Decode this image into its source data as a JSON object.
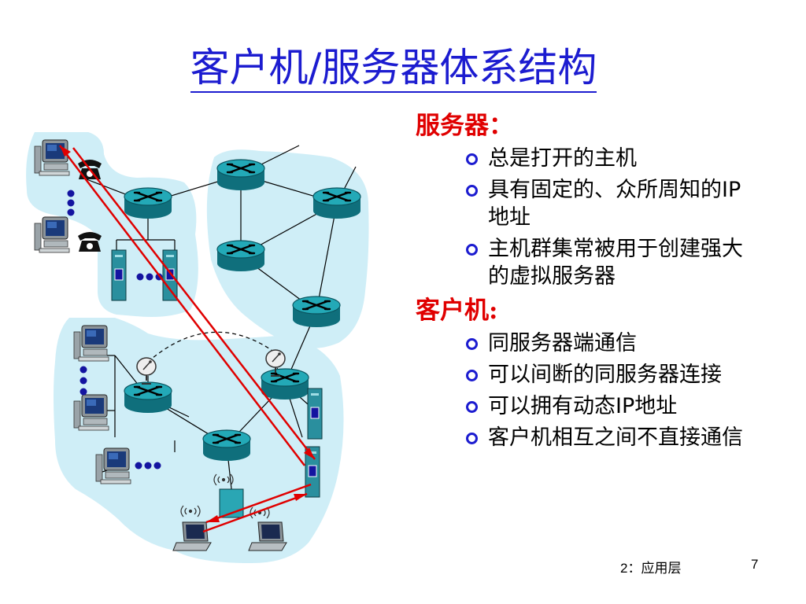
{
  "title": "客户机/服务器体系结构",
  "sections": [
    {
      "heading": "服务器：",
      "bullets": [
        "总是打开的主机",
        "具有固定的、众所周知的IP地址",
        "主机群集常被用于创建强大的虚拟服务器"
      ]
    },
    {
      "heading": "客户机:",
      "bullets": [
        "同服务器端通信",
        "可以间断的同服务器连接",
        "可以拥有动态IP地址",
        "客户机相互之间不直接通信"
      ]
    }
  ],
  "footer": {
    "chapter": "2：应用层",
    "page": "7"
  },
  "colors": {
    "title": "#1c1cd0",
    "heading": "#e00000",
    "bullet_icon": "#1c1cd0",
    "cloud_fill": "#cfeef7",
    "router_fill": "#1f9aa8",
    "arrow": "#e00000"
  },
  "icons": {
    "router": "router-icon",
    "server": "server-tower-icon",
    "desktop": "desktop-computer-icon",
    "phone": "telephone-icon",
    "laptop": "laptop-icon",
    "satellite": "satellite-dish-icon",
    "access_point": "wireless-access-point-icon",
    "bullet": "hollow-circle-bullet-icon"
  }
}
